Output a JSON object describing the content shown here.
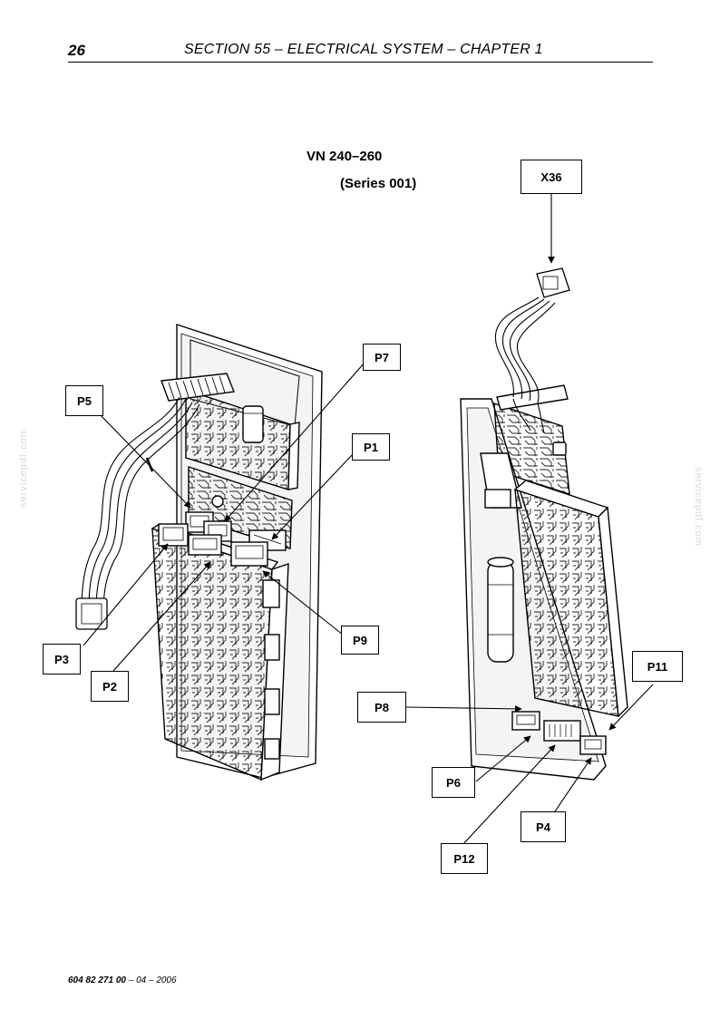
{
  "header": {
    "page_number": "26",
    "section_title": "SECTION 55 – ELECTRICAL SYSTEM – CHAPTER 1"
  },
  "diagram": {
    "title_line1": "VN 240–260",
    "title_line2": "(Series 001)",
    "labels": {
      "x36": "X36",
      "p7": "P7",
      "p5": "P5",
      "p1": "P1",
      "p9": "P9",
      "p3": "P3",
      "p2": "P2",
      "p11": "P11",
      "p8": "P8",
      "p6": "P6",
      "p4": "P4",
      "p12": "P12"
    }
  },
  "footer": {
    "doc_number": "604 82 271 00",
    "date": " – 04 – 2006"
  },
  "watermark": {
    "text": "servicepdf.com"
  }
}
